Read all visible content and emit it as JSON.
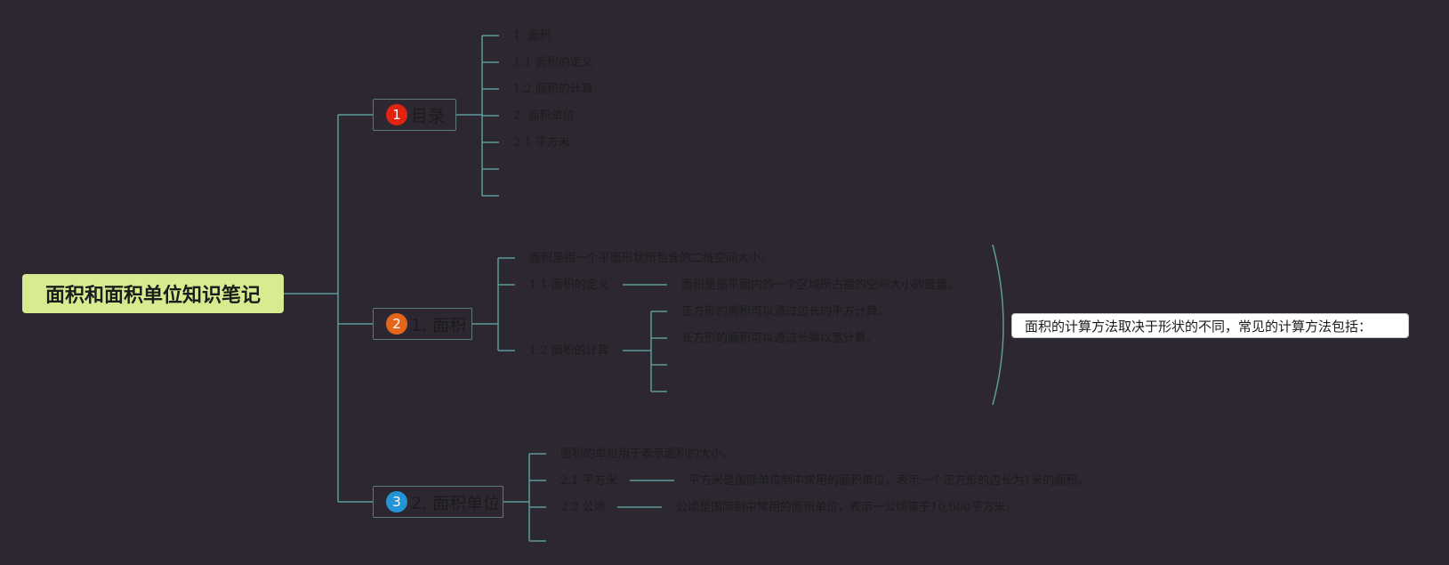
{
  "colors": {
    "background": "#2c2731",
    "root": "#d6ec8f",
    "connector": "#5d9b9b",
    "badge_1": "#e0240f",
    "badge_2": "#e3661c",
    "badge_3": "#2494d6"
  },
  "root": {
    "title": "面积和面积单位知识笔记"
  },
  "branches": [
    {
      "badge": "1",
      "label": "目录"
    },
    {
      "badge": "2",
      "label": "1. 面积"
    },
    {
      "badge": "3",
      "label": "2. 面积单位"
    }
  ],
  "toc": [
    "1. 面积",
    "1.1 面积的定义",
    "1.2 面积的计算",
    "2. 面积单位",
    "2.1 平方米"
  ],
  "area": {
    "intro": "面积是指一个平面形状所包含的二维空间大小。",
    "definition_label": "1.1 面积的定义",
    "definition_text": "面积是指平面内的一个区域所占据的空间大小的度量。",
    "calc_label": "1.2 面积的计算",
    "calc_items": [
      "正方形的面积可以通过边长的平方计算。",
      "长方形的面积可以通过长乘以宽计算。"
    ]
  },
  "units": {
    "intro": "面积的单位用于表示面积的大小。",
    "sqm_label": "2.1 平方米",
    "sqm_text": "平方米是国际单位制中常用的面积单位，表示一个正方形的边长为1米的面积。",
    "hectare_label": "2.2 公顷",
    "hectare_text": "公顷是国际制中常用的面积单位，表示一公顷等于10,000平方米。"
  },
  "summary": {
    "text": "面积的计算方法取决于形状的不同，常见的计算方法包括："
  }
}
